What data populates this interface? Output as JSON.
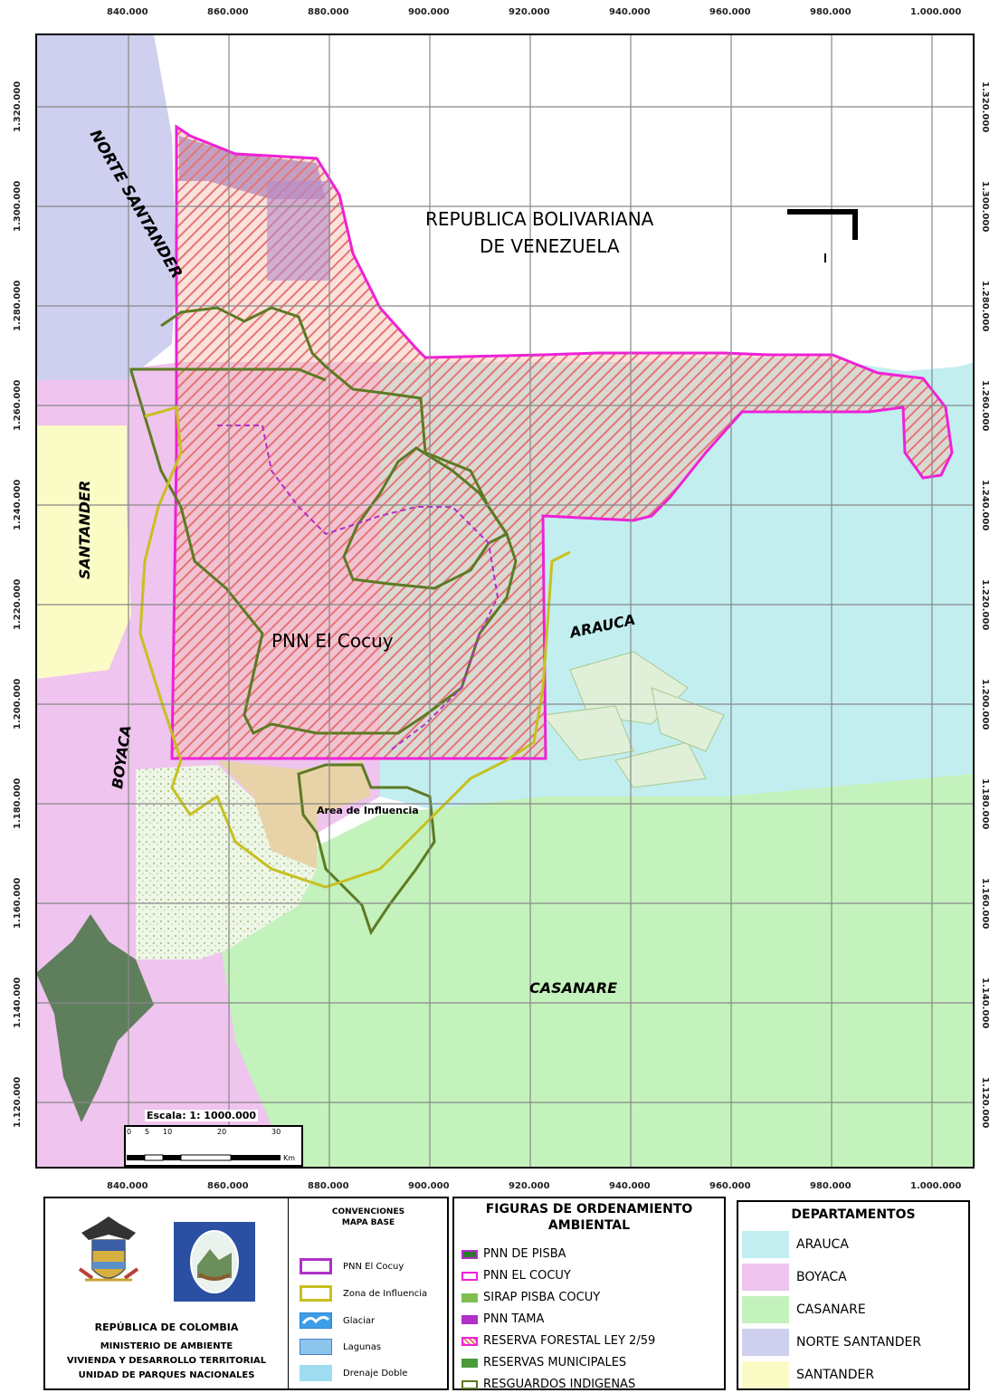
{
  "map": {
    "top_ticks": [
      "840.000",
      "860.000",
      "880.000",
      "900.000",
      "920.000",
      "940.000",
      "960.000",
      "980.000",
      "1.000.000"
    ],
    "bottom_ticks": [
      "840.000",
      "860.000",
      "880.000",
      "900.000",
      "920.000",
      "940.000",
      "960.000",
      "980.000",
      "1.000.000"
    ],
    "left_ticks": [
      "1.320.000",
      "1.300.000",
      "1.280.000",
      "1.260.000",
      "1.240.000",
      "1.220.000",
      "1.200.000",
      "1.180.000",
      "1.160.000",
      "1.140.000",
      "1.120.000"
    ],
    "right_ticks": [
      "1.320.000",
      "1.300.000",
      "1.280.000",
      "1.260.000",
      "1.240.000",
      "1.220.000",
      "1.200.000",
      "1.180.000",
      "1.160.000",
      "1.140.000",
      "1.120.000"
    ],
    "labels": {
      "venezuela_line1": "REPUBLICA BOLIVARIANA",
      "venezuela_line2": "DE VENEZUELA",
      "norte_santander": "NORTE SANTANDER",
      "santander": "SANTANDER",
      "boyaca": "BOYACA",
      "arauca": "ARAUCA",
      "casanare": "CASANARE",
      "pnn": "PNN El Cocuy",
      "area_influencia": "Area de Influencia"
    },
    "scale": {
      "title": "Escala: 1: 1000.000",
      "ticks": [
        "0",
        "5",
        "10",
        "20",
        "30"
      ],
      "unit": "Km"
    },
    "colors": {
      "arauca": "#c2eef0",
      "boyaca": "#efc4ee",
      "casanare": "#c4f2bc",
      "norte_santander": "#cfcfef",
      "santander": "#fbfbc6",
      "reserva": "#ee22d6",
      "hatch": "#e88080",
      "resguardo": "#5d7a23",
      "zona_influencia": "#c8c020"
    }
  },
  "legend": {
    "institution": {
      "line1": "REPÚBLICA DE COLOMBIA",
      "line2": "MINISTERIO DE AMBIENTE",
      "line3": "VIVIENDA Y DESARROLLO TERRITORIAL",
      "line4": "UNIDAD DE PARQUES NACIONALES"
    },
    "convenciones": {
      "title_line1": "CONVENCIONES",
      "title_line2": "MAPA BASE",
      "items": [
        "PNN El Cocuy",
        "Zona de Influencia",
        "Glaciar",
        "Lagunas",
        "Drenaje Doble"
      ]
    },
    "figuras": {
      "title_line1": "FIGURAS DE ORDENAMIENTO",
      "title_line2": "AMBIENTAL",
      "items": [
        "PNN DE PISBA",
        "PNN EL COCUY",
        "SIRAP PISBA COCUY",
        "PNN TAMA",
        "RESERVA FORESTAL LEY 2/59",
        "RESERVAS MUNICIPALES",
        "RESGUARDOS INDIGENAS"
      ]
    },
    "departamentos": {
      "title": "DEPARTAMENTOS",
      "items": [
        "ARAUCA",
        "BOYACA",
        "CASANARE",
        "NORTE SANTANDER",
        "SANTANDER"
      ]
    }
  }
}
